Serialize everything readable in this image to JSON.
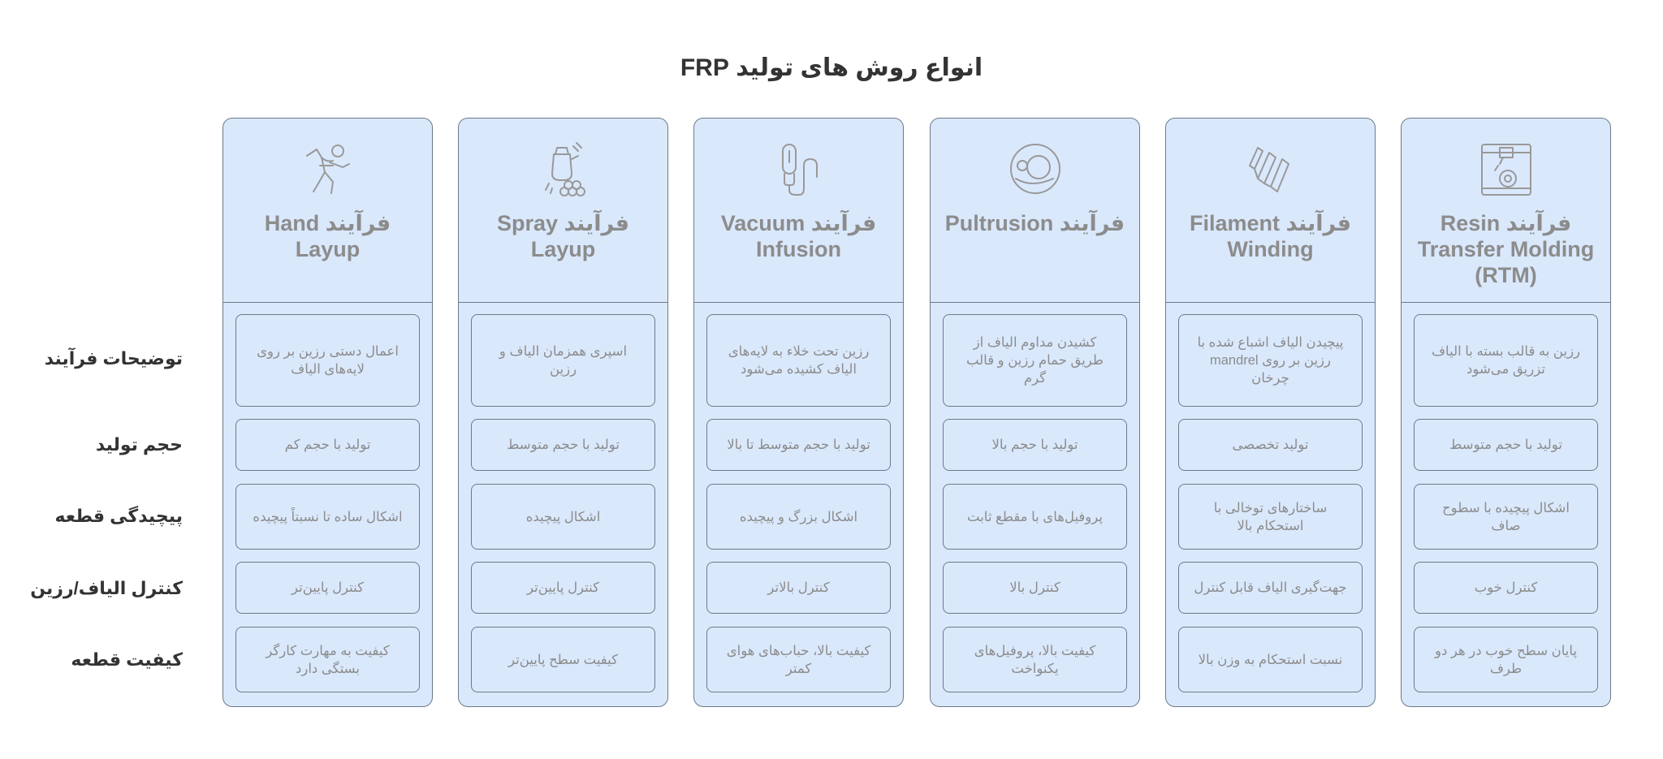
{
  "title": "انواع روش های تولید FRP",
  "row_labels": [
    "توضیحات فرآیند",
    "حجم تولید",
    "پیچیدگی قطعه",
    "کنترل الیاف/رزین",
    "کیفیت قطعه"
  ],
  "columns": [
    {
      "title": "فرآیند Hand Layup",
      "icon": "hand-layup-worker-icon",
      "cells": [
        "اعمال دستی رزین بر روی لایه‌های الیاف",
        "تولید با حجم کم",
        "اشکال ساده تا نسبتاً پیچیده",
        "کنترل پایین‌تر",
        "کیفیت به مهارت کارگر بستگی دارد"
      ]
    },
    {
      "title": "فرآیند Spray Layup",
      "icon": "spray-gun-icon",
      "cells": [
        "اسپری همزمان الیاف و رزین",
        "تولید با حجم متوسط",
        "اشکال پیچیده",
        "کنترل پایین‌تر",
        "کیفیت سطح پایین‌تر"
      ]
    },
    {
      "title": "فرآیند Vacuum Infusion",
      "icon": "vacuum-bag-icon",
      "cells": [
        "رزین تحت خلاء به لایه‌های الیاف کشیده می‌شود",
        "تولید با حجم متوسط تا بالا",
        "اشکال بزرگ و پیچیده",
        "کنترل بالاتر",
        "کیفیت بالا، حباب‌های هوای کمتر"
      ]
    },
    {
      "title": "فرآیند Pultrusion",
      "icon": "pultrusion-die-icon",
      "cells": [
        "کشیدن مداوم الیاف از طریق حمام رزین و قالب گرم",
        "تولید با حجم بالا",
        "پروفیل‌های با مقطع ثابت",
        "کنترل بالا",
        "کیفیت بالا، پروفیل‌های یکنواخت"
      ]
    },
    {
      "title": "فرآیند Filament Winding",
      "icon": "filament-winding-icon",
      "cells": [
        "پیچیدن الیاف اشباع شده با رزین بر روی mandrel چرخان",
        "تولید تخصصی",
        "ساختارهای توخالی با استحکام بالا",
        "جهت‌گیری الیاف قابل کنترل",
        "نسبت استحکام به وزن بالا"
      ]
    },
    {
      "title": "فرآیند Resin Transfer Molding (RTM)",
      "icon": "resin-transfer-mold-icon",
      "cells": [
        "رزین به قالب بسته با الیاف تزریق می‌شود",
        "تولید با حجم متوسط",
        "اشکال پیچیده با سطوح صاف",
        "کنترل خوب",
        "پایان سطح خوب در هر دو طرف"
      ]
    }
  ],
  "colors": {
    "column_fill": "#dae8fc",
    "border": "#6c7a8a",
    "muted_text": "#8c8c8c",
    "label_text": "#333333"
  }
}
